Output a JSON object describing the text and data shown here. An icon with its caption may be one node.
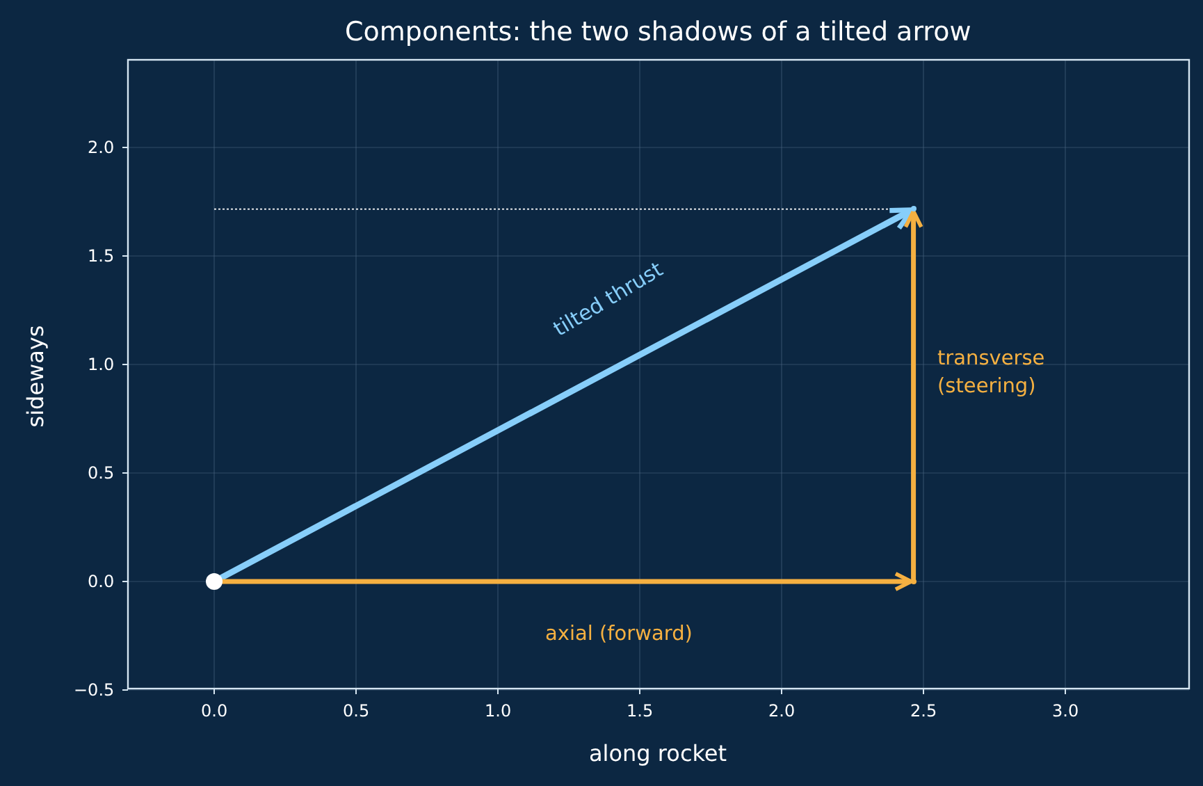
{
  "diagram": {
    "title": "Components: the two shadows of a tilted arrow",
    "nodes": [
      {
        "text": [],
        "shape": "circle"
      },
      {
        "text": [],
        "shape": "point"
      },
      {
        "text": [],
        "shape": "point"
      }
    ],
    "edges": [
      {
        "from": 0,
        "to": 1,
        "arrow": "to",
        "label": "tilted thrust",
        "color": "#87cefa"
      },
      {
        "from": 0,
        "to": 2,
        "arrow": "to",
        "label": "axial (forward)"
      },
      {
        "from": 2,
        "to": 1,
        "arrow": "to",
        "label": "transverse (steering)"
      }
    ],
    "labels": [
      "2.0",
      "1.5",
      "1.0",
      "0.5",
      "0.0",
      "−0.5",
      "0.0",
      "0.5",
      "1.0",
      "1.5",
      "2.0",
      "2.5",
      "3.0",
      "along rocket",
      "sideways"
    ]
  }
}
